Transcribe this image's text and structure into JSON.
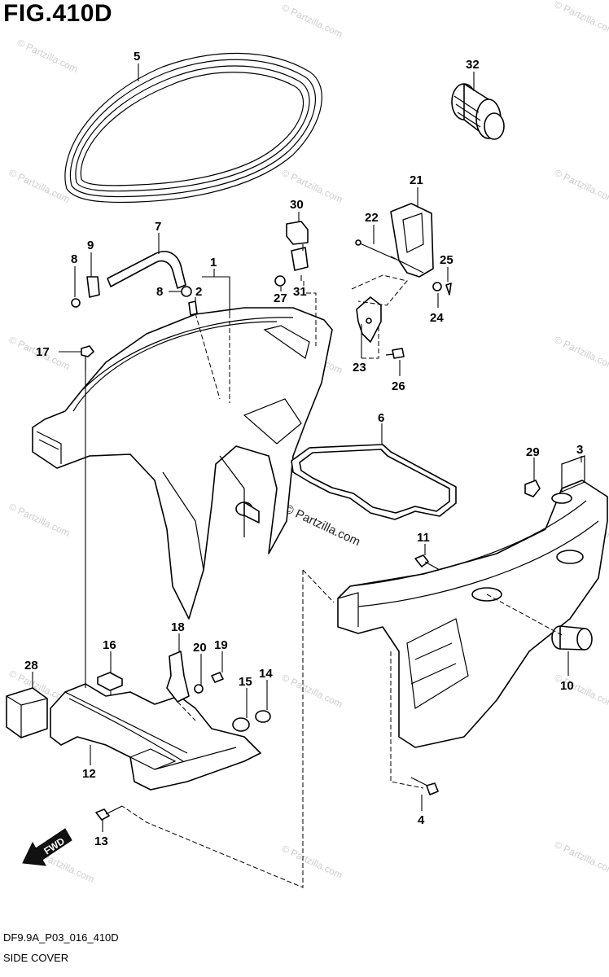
{
  "figure": {
    "title": "FIG.410D",
    "code": "DF9.9A_P03_016_410D",
    "name": "SIDE COVER"
  },
  "watermark": {
    "text": "© Partzilla.com",
    "main_text": "© Partzilla.com"
  },
  "direction_badge": {
    "text": "FWD",
    "icon": "arrow-fwd-icon"
  },
  "callouts": [
    "1",
    "2",
    "3",
    "4",
    "5",
    "6",
    "7",
    "8",
    "8",
    "9",
    "10",
    "11",
    "12",
    "13",
    "14",
    "15",
    "16",
    "17",
    "18",
    "19",
    "20",
    "21",
    "22",
    "23",
    "24",
    "25",
    "26",
    "27",
    "28",
    "29",
    "30",
    "31",
    "32"
  ]
}
